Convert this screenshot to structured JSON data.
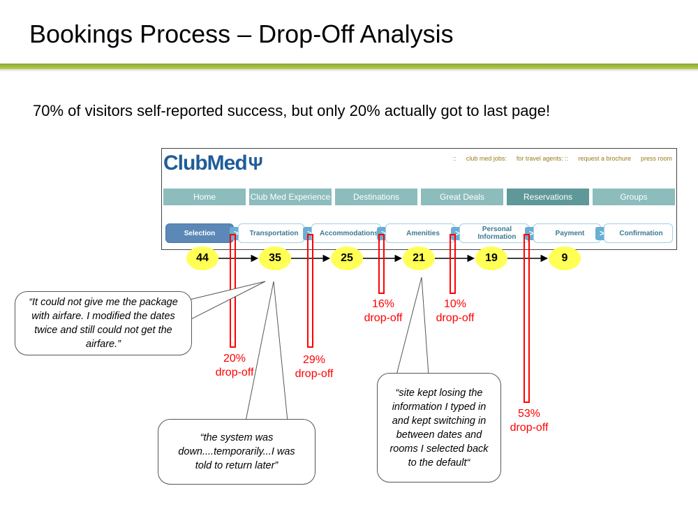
{
  "title": "Bookings Process – Drop-Off Analysis",
  "subtitle": "70% of visitors self-reported success, but only 20% actually got to last page!",
  "site": {
    "logo": "ClubMed",
    "top_links": [
      "::",
      "club med jobs:",
      "for travel agents: ::",
      "request a brochure",
      "press room"
    ],
    "nav": [
      "Home",
      "Club Med Experience",
      "Destinations",
      "Great Deals",
      "Reservations",
      "Groups"
    ],
    "steps": [
      "Selection",
      "Transportation",
      "Accommodations",
      "Amenities",
      "Personal Information",
      "Payment",
      "Confirmation"
    ],
    "step_arrow": ">"
  },
  "funnel": {
    "counts": [
      "44",
      "35",
      "25",
      "21",
      "19",
      "9"
    ]
  },
  "dropoffs": [
    {
      "percent": "20%",
      "label": "drop-off"
    },
    {
      "percent": "29%",
      "label": "drop-off"
    },
    {
      "percent": "16%",
      "label": "drop-off"
    },
    {
      "percent": "10%",
      "label": "drop-off"
    },
    {
      "percent": "53%",
      "label": "drop-off"
    }
  ],
  "quotes": {
    "airfare": "“It could not give me the package with airfare. I modified the dates twice and still could not get the airfare.”",
    "system_down": "“the system was down....temporarily...I was told to return later”",
    "site_losing": "“site kept losing the information I typed in and kept switching in between dates and rooms I selected back to the default“"
  },
  "colors": {
    "accent_green": "#8aa62c",
    "drop_red": "#ff0000",
    "node_yellow": "#ffff55",
    "nav_teal": "#8cbcbc"
  }
}
